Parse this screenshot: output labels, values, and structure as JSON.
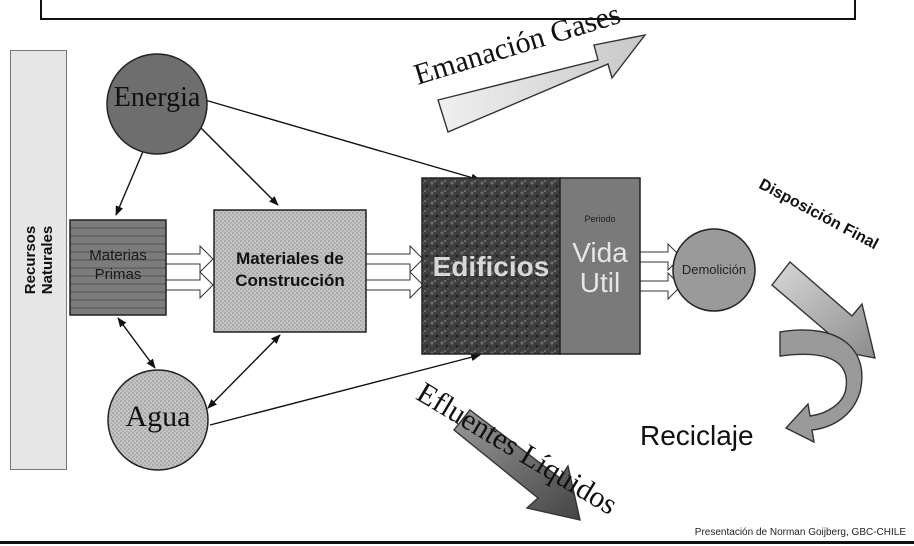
{
  "side_label": {
    "line1": "Recursos",
    "line2": "Naturales"
  },
  "nodes": {
    "energia": "Energia",
    "agua": "Agua",
    "materias_primas": {
      "line1": "Materias",
      "line2": "Primas"
    },
    "materiales": {
      "line1": "Materiales de",
      "line2": "Construcción"
    },
    "edificios": "Edificios",
    "vida_util": {
      "small": "Periodo",
      "line1": "Vida",
      "line2": "Util"
    },
    "demolicion": "Demolición"
  },
  "flows": {
    "emanacion": "Emanación Gases",
    "efluentes": "Efluentes Líquidos",
    "disposicion": "Disposición Final",
    "reciclaje": "Reciclaje"
  },
  "footer": "Presentación de Norman Goijberg, GBC-CHILE",
  "colors": {
    "energia": "#6e6e6e",
    "agua": "#dcdcdc",
    "materias": "#8a8a8a",
    "materiales": "#b8b8b8",
    "edificios": "#4a4a4a",
    "vida_util": "#7a7a7a",
    "demolicion": "#9a9a9a"
  }
}
